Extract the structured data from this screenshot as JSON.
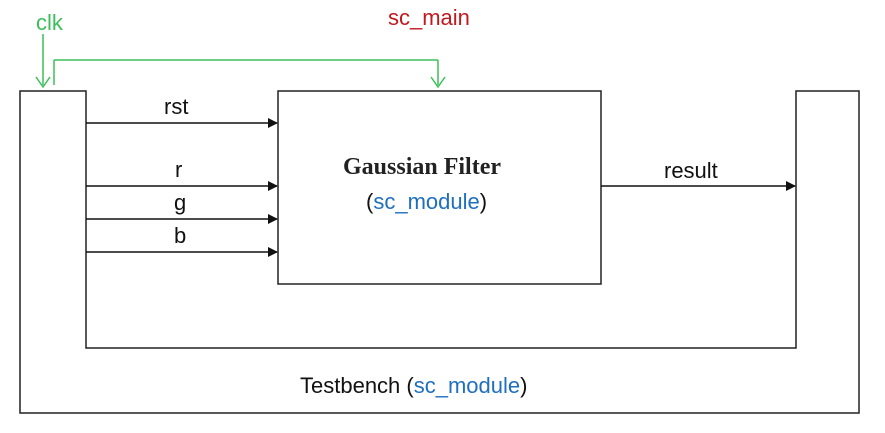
{
  "colors": {
    "clock": "#3cbf5a",
    "sc_main": "#c0191e",
    "keyword": "#1f6fbf",
    "line": "#222222"
  },
  "labels": {
    "clk": "clk",
    "sc_main": "sc_main",
    "rst": "rst",
    "r": "r",
    "g": "g",
    "b": "b",
    "result": "result"
  },
  "gaussian": {
    "title": "Gaussian Filter",
    "paren_open": "(",
    "type": "sc_module",
    "paren_close": ")"
  },
  "testbench": {
    "title": "Testbench",
    "paren_open": "(",
    "type": "sc_module",
    "paren_close": ")"
  }
}
